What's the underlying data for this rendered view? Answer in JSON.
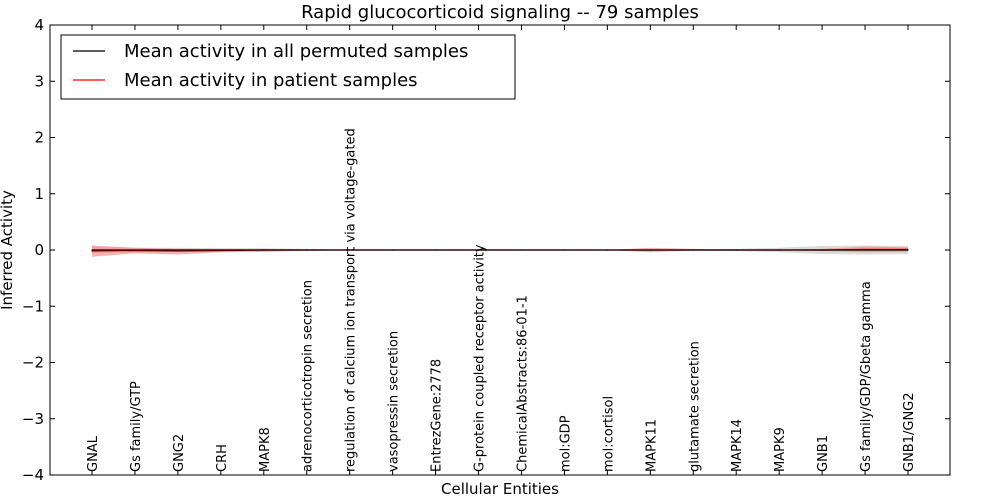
{
  "chart_data": {
    "type": "line",
    "title": "Rapid glucocorticoid signaling -- 79 samples",
    "xlabel": "Cellular Entities",
    "ylabel": "Inferred Activity",
    "ylim": [
      -4,
      4
    ],
    "yticks": [
      "4",
      "3",
      "2",
      "1",
      "0",
      "−1",
      "−2",
      "−3",
      "−4"
    ],
    "grid": false,
    "legend_position": "top-left",
    "categories": [
      "GNAL",
      "Gs family/GTP",
      "GNG2",
      "CRH",
      "MAPK8",
      "adrenocorticotropin secretion",
      "regulation of calcium ion transport via voltage-gated",
      "vasopressin secretion",
      "EntrezGene:2778",
      "G-protein coupled receptor activity",
      "ChemicalAbstracts:86-01-1",
      "mol:GDP",
      "mol:cortisol",
      "MAPK11",
      "glutamate secretion",
      "MAPK14",
      "MAPK9",
      "GNB1",
      "Gs family/GDP/Gbeta gamma",
      "GNB1/GNG2"
    ],
    "series": [
      {
        "name": "Mean activity in all permuted samples",
        "color": "#000000",
        "band_color": "#b0b0b0",
        "values": [
          0,
          0,
          0,
          0,
          0,
          0,
          0,
          0,
          0,
          0,
          0,
          0,
          0,
          0,
          0,
          0,
          0,
          0,
          0,
          0
        ],
        "upper": [
          0.06,
          0.04,
          0.04,
          0.03,
          0.03,
          0.02,
          0.0,
          0.0,
          0.0,
          0.0,
          0.0,
          0.0,
          0.0,
          0.0,
          0.01,
          0.02,
          0.04,
          0.07,
          0.08,
          0.07
        ],
        "lower": [
          -0.06,
          -0.04,
          -0.04,
          -0.03,
          -0.03,
          -0.02,
          0.0,
          0.0,
          0.0,
          0.0,
          0.0,
          0.0,
          0.0,
          0.0,
          -0.01,
          -0.02,
          -0.04,
          -0.07,
          -0.08,
          -0.07
        ]
      },
      {
        "name": "Mean activity in patient samples",
        "color": "#ff0000",
        "band_color": "#f08080",
        "values": [
          -0.02,
          -0.01,
          -0.02,
          -0.01,
          0.0,
          0.0,
          0.0,
          0.0,
          0.0,
          0.0,
          0.0,
          0.0,
          0.0,
          0.0,
          0.0,
          0.0,
          0.0,
          0.0,
          0.01,
          0.01
        ],
        "upper": [
          0.08,
          0.04,
          0.02,
          0.02,
          0.02,
          0.01,
          0.0,
          0.0,
          0.0,
          0.0,
          0.0,
          0.0,
          0.0,
          0.04,
          0.02,
          0.0,
          0.0,
          0.02,
          0.06,
          0.05
        ],
        "lower": [
          -0.12,
          -0.06,
          -0.08,
          -0.04,
          -0.03,
          -0.01,
          0.0,
          0.0,
          0.0,
          0.0,
          0.0,
          0.0,
          0.0,
          -0.04,
          -0.01,
          0.0,
          0.0,
          -0.02,
          -0.04,
          -0.03
        ]
      }
    ]
  }
}
